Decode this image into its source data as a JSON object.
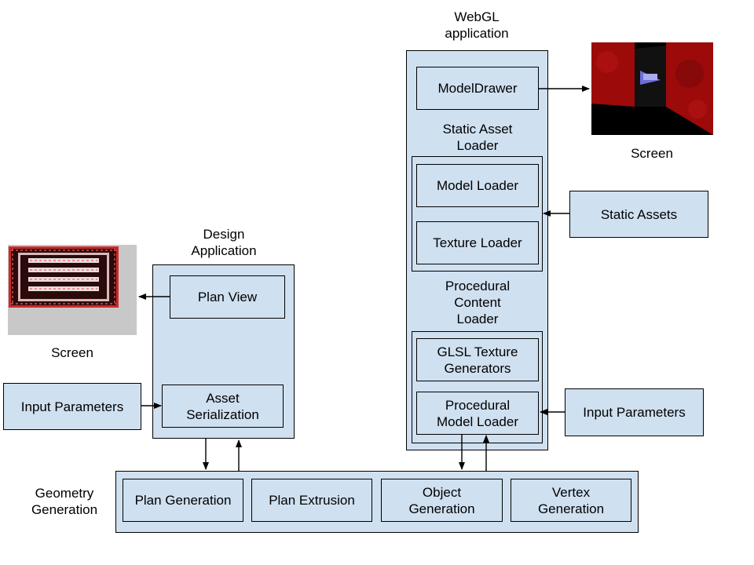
{
  "webgl": {
    "title": "WebGL\napplication",
    "model_drawer": "ModelDrawer",
    "static_loader_title": "Static Asset\nLoader",
    "model_loader": "Model Loader",
    "texture_loader": "Texture Loader",
    "procedural_loader_title": "Procedural\nContent\nLoader",
    "glsl_texture_generators": "GLSL Texture\nGenerators",
    "procedural_model_loader": "Procedural\nModel Loader"
  },
  "design": {
    "title": "Design\nApplication",
    "plan_view": "Plan View",
    "asset_serialization": "Asset\nSerialization"
  },
  "geometry": {
    "title": "Geometry\nGeneration",
    "plan_generation": "Plan Generation",
    "plan_extrusion": "Plan Extrusion",
    "object_generation": "Object\nGeneration",
    "vertex_generation": "Vertex\nGeneration"
  },
  "external": {
    "static_assets": "Static Assets",
    "input_parameters_left": "Input Parameters",
    "input_parameters_right": "Input Parameters"
  },
  "screens": {
    "left_label": "Screen",
    "right_label": "Screen"
  },
  "colors": {
    "box_fill": "#cfe0f0",
    "render_red": "#9c0a0a",
    "render_black": "#000000",
    "plan_gray": "#c8c8c8",
    "plan_stripe": "#cc2b2b"
  }
}
